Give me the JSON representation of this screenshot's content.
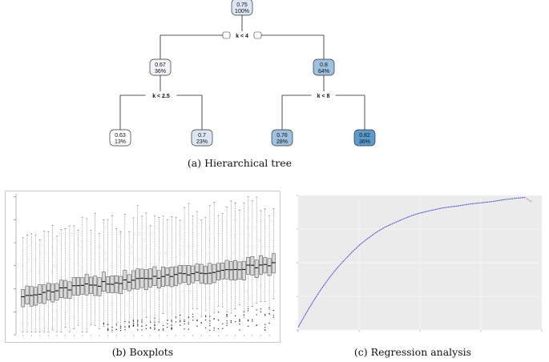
{
  "figure": {
    "captions": {
      "a": "(a) Hierarchical tree",
      "b": "(b) Boxplots",
      "c": "(c) Regression analysis"
    }
  },
  "colors": {
    "node_light": "#f2f4fa",
    "node_pale": "#dce5f2",
    "node_mid": "#9cc1e1",
    "node_dark": "#5b9ccc",
    "box_fill": "#d9d9d9",
    "regression_bg": "#ebebeb",
    "regression_line": "#4a4adf",
    "regression_tail": "#e44a4a"
  },
  "tree": {
    "nodes": [
      {
        "id": "root",
        "value": "0.75",
        "pct": "100%"
      },
      {
        "id": "left",
        "value": "0.67",
        "pct": "36%"
      },
      {
        "id": "right",
        "value": "0.8",
        "pct": "64%"
      },
      {
        "id": "left-left",
        "value": "0.63",
        "pct": "13%"
      },
      {
        "id": "left-right",
        "value": "0.7",
        "pct": "23%"
      },
      {
        "id": "right-left",
        "value": "0.76",
        "pct": "28%"
      },
      {
        "id": "right-right",
        "value": "0.82",
        "pct": "36%"
      }
    ],
    "splits": {
      "root": "k < 4",
      "left": "k < 2.5",
      "right": "k < 8"
    }
  },
  "chart_data": [
    {
      "type": "box",
      "title": "",
      "n_boxes": 60,
      "y_range": [
        0,
        1
      ],
      "description_values": {
        "median_start": 0.27,
        "median_end": 0.5,
        "q1_start": 0.2,
        "q1_end": 0.44,
        "q3_start": 0.33,
        "q3_end": 0.56
      }
    },
    {
      "type": "line",
      "title": "",
      "grid": true,
      "x_range": [
        0,
        1
      ],
      "y_range": [
        0,
        1
      ],
      "x": [
        0.0,
        0.05,
        0.1,
        0.15,
        0.2,
        0.25,
        0.3,
        0.35,
        0.4,
        0.45,
        0.5,
        0.55,
        0.6,
        0.65,
        0.7,
        0.75,
        0.8,
        0.85,
        0.9,
        0.93
      ],
      "y": [
        0.02,
        0.18,
        0.32,
        0.44,
        0.54,
        0.63,
        0.7,
        0.76,
        0.8,
        0.84,
        0.87,
        0.89,
        0.91,
        0.92,
        0.935,
        0.945,
        0.955,
        0.97,
        0.98,
        0.985
      ],
      "tail_x": [
        0.93,
        0.96
      ],
      "tail_y": [
        0.985,
        0.95
      ]
    }
  ]
}
